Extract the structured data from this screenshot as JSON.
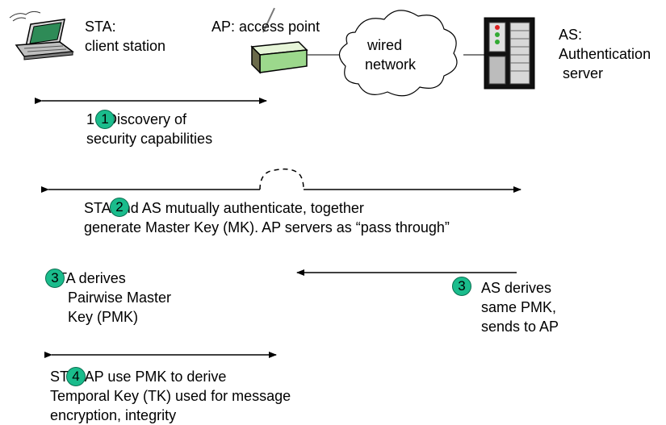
{
  "nodes": {
    "sta": {
      "label_line1": "STA:",
      "label_line2": "client station"
    },
    "ap": {
      "label": "AP: access point"
    },
    "network": {
      "label_line1": "wired",
      "label_line2": "network"
    },
    "as": {
      "label_line1": "AS:",
      "label_line2": "Authentication",
      "label_line3": " server"
    }
  },
  "steps": [
    {
      "number": "1",
      "lines": [
        "1   Discovery of",
        "security capabilities"
      ]
    },
    {
      "number": "2",
      "lines": [
        "STA and AS mutually authenticate, together",
        "generate Master Key (MK). AP servers as “pass through”"
      ]
    },
    {
      "number": "3",
      "lines": [
        "STA derives",
        "Pairwise Master",
        "Key (PMK)"
      ]
    },
    {
      "number": "3",
      "lines": [
        "AS derives",
        "same PMK,",
        "sends to AP"
      ]
    },
    {
      "number": "4",
      "lines": [
        "STA, AP use PMK to derive",
        "Temporal Key (TK) used for message",
        "encryption, integrity"
      ]
    }
  ],
  "colors": {
    "badge": "#1abc8c",
    "ap_body": "#b8e8a8",
    "ap_dark": "#6a6a4a"
  }
}
